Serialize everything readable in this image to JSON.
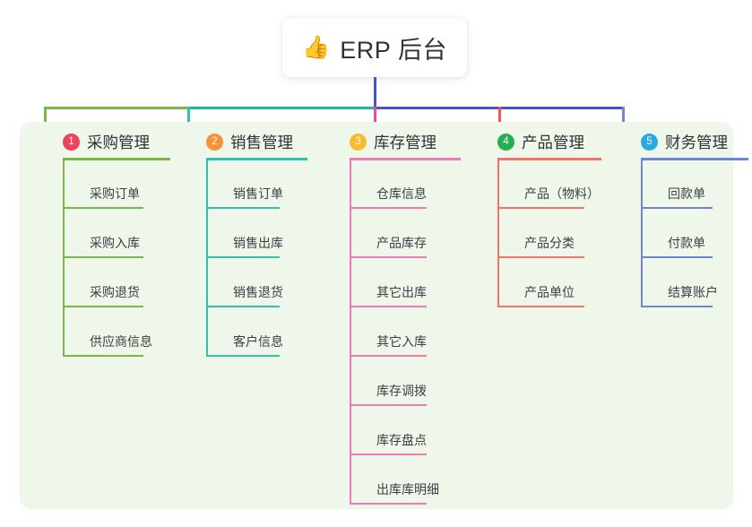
{
  "root": {
    "icon": "thumbs-up-icon",
    "icon_glyph": "👍",
    "title": "ERP 后台"
  },
  "palette": {
    "panel_bg": "#eef7e9",
    "page_bg": "#ffffff",
    "root_stem": "#4a52c8",
    "bus_left_green": "#7ab648",
    "bus_mid_teal": "#14b8a6",
    "bus_right_blue": "#4a52c8",
    "drop_pink": "#ec4899",
    "drop_red": "#f2564f",
    "text": "#2f3338"
  },
  "columns": [
    {
      "number": "1",
      "badge_color": "#f0425a",
      "line_color": "#7ab648",
      "title": "采购管理",
      "items": [
        {
          "label": "采购订单"
        },
        {
          "label": "采购入库"
        },
        {
          "label": "采购退货"
        },
        {
          "label": "供应商信息"
        }
      ]
    },
    {
      "number": "2",
      "badge_color": "#f79239",
      "line_color": "#2fc0b0",
      "title": "销售管理",
      "items": [
        {
          "label": "销售订单"
        },
        {
          "label": "销售出库"
        },
        {
          "label": "销售退货"
        },
        {
          "label": "客户信息"
        }
      ]
    },
    {
      "number": "3",
      "badge_color": "#f7bc2e",
      "line_color": "#ef7bb6",
      "title": "库存管理",
      "items": [
        {
          "label": "仓库信息"
        },
        {
          "label": "产品库存"
        },
        {
          "label": "其它出库"
        },
        {
          "label": "其它入库"
        },
        {
          "label": "库存调拨"
        },
        {
          "label": "库存盘点"
        },
        {
          "label": "出库库明细"
        }
      ]
    },
    {
      "number": "4",
      "badge_color": "#22b14c",
      "line_color": "#f4736a",
      "title": "产品管理",
      "items": [
        {
          "label": "产品（物料）"
        },
        {
          "label": "产品分类"
        },
        {
          "label": "产品单位"
        }
      ]
    },
    {
      "number": "5",
      "badge_color": "#2aa8e0",
      "line_color": "#6e86d6",
      "title": "财务管理",
      "items": [
        {
          "label": "回款单"
        },
        {
          "label": "付款单"
        },
        {
          "label": "结算账户"
        }
      ]
    }
  ]
}
